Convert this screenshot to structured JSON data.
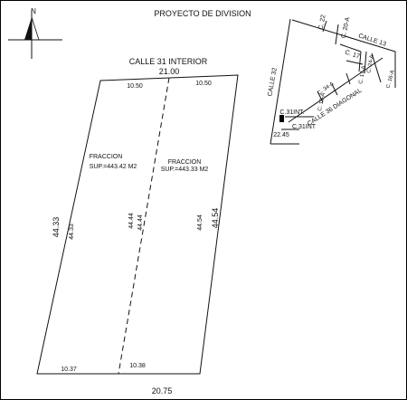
{
  "title": "PROYECTO DE DIVISION",
  "north": {
    "label": "N"
  },
  "plan": {
    "street_top": "CALLE 31 INTERIOR",
    "top_total": "21.00",
    "top_left": "10.50",
    "top_right": "10.50",
    "bottom_total": "20.75",
    "bottom_left": "10.37",
    "bottom_right": "10.38",
    "left_outer": "44.33",
    "left_inner": "44.33",
    "mid_left": "44.44",
    "mid_right": "44.44",
    "right_inner": "44.54",
    "right_outer": "44.54",
    "lot_left": {
      "name": "FRACCION",
      "area": "SUP.=443.42  M2"
    },
    "lot_right": {
      "name": "FRACCION",
      "area": "SUP.=443.33  M2"
    }
  },
  "location": {
    "labels": {
      "c22": "C. 22",
      "c20a": "C. 20-A",
      "calle13": "CALLE 13",
      "calle32": "CALLE 32",
      "c17": "C. 17",
      "c24a": "C. 24-A",
      "c17a": "C. 17-A",
      "c16a": "C. 16-A",
      "c34a": "C. 34-A",
      "c19a": "C. 19-A",
      "c31int1": "C.31INT.",
      "c31int2": "C.31INT",
      "calle36": "CALLE 36 DIAGONAL",
      "dim": "22.45"
    }
  }
}
